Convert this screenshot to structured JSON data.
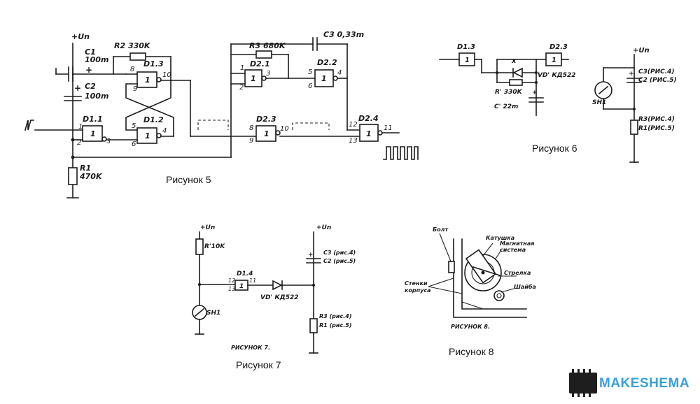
{
  "fig5": {
    "caption": "Рисунок 5",
    "un": "+Un",
    "c1": "C1",
    "c1v": "100m",
    "c2": "C2",
    "c2v": "100m",
    "r1": "R1",
    "r1v": "470K",
    "r2": "R2 330K",
    "r3": "R3 680K",
    "c3": "C3 0,33m",
    "d11": "D1.1",
    "d12": "D1.2",
    "d13": "D1.3",
    "d21": "D2.1",
    "d22": "D2.2",
    "d23": "D2.3",
    "d24": "D2.4",
    "gate": "1",
    "pins": {
      "p1": "1",
      "p2": "2",
      "p3": "3",
      "p4": "4",
      "p5": "5",
      "p6": "6",
      "p8": "8",
      "p9": "9",
      "p10": "10",
      "p11": "11",
      "p12": "12",
      "p13": "13"
    }
  },
  "fig6": {
    "caption": "Рисунок 6",
    "d13": "D1.3",
    "d23": "D2.3",
    "vd": "VD' КД522",
    "r": "R' 330K",
    "c": "C' 22m",
    "un": "+Un",
    "c3": "C3(РИС.4)",
    "c2": "C2 (РИС.5)",
    "sh": "SH1",
    "r3": "R3(РИС.4)",
    "r1": "R1(РИС.5)"
  },
  "fig7": {
    "caption": "Рисунок 7",
    "caption2": "РИСУНОК 7.",
    "un": "+Un",
    "r": "R'10K",
    "sh": "SH1",
    "d14": "D1.4",
    "p12": "12",
    "p13": "13",
    "p11": "11",
    "vd": "VD' КД522",
    "c3": "C3 (рис.4)",
    "c2": "C2 (рис.5)",
    "r3": "R3 (рис.4)",
    "r1": "R1 (рис.5)"
  },
  "fig8": {
    "caption": "Рисунок 8",
    "caption2": "РИСУНОК 8.",
    "bolt": "Болт",
    "coil": "Катушка",
    "magnet1": "Магнитная",
    "magnet2": "система",
    "arrow": "Стрелка",
    "washer": "Шайба",
    "walls1": "Стенки",
    "walls2": "корпуса"
  },
  "logo": {
    "text": "MAKESHEMA"
  },
  "colors": {
    "ink": "#1a1a1a",
    "logo_blue": "#3aa0d8",
    "chip": "#1e1e1e"
  }
}
